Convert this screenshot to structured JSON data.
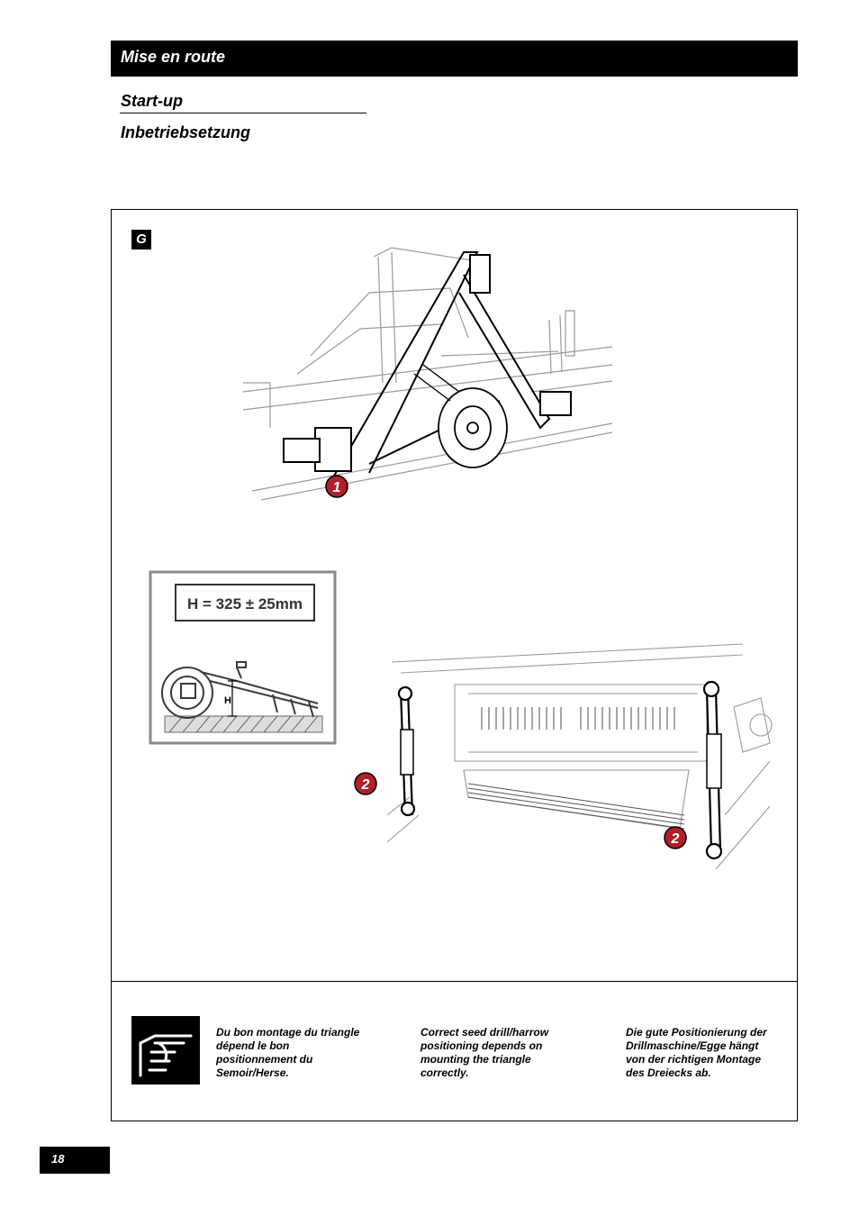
{
  "header": {
    "title": "Mise en route"
  },
  "subtitles": {
    "english": "Start-up",
    "german": "Inbetriebsetzung"
  },
  "figure": {
    "badge": "G",
    "callout_1": "1",
    "callout_2": "2",
    "inset_label": "H = 325 ± 25mm",
    "inset_dim_letter": "H"
  },
  "notes": {
    "icon": "hand-pointer-icon",
    "fr": "Du bon montage du triangle\ndépend le bon\npositionnement du\nSemoir/Herse.",
    "en": "Correct seed drill/harrow\npositioning depends on\nmounting the triangle\ncorrectly.",
    "de": "Die gute Positionierung der\nDrillmaschine/Egge hängt\nvon der richtigen Montage\ndes Dreiecks ab."
  },
  "footer": {
    "page_number": "18"
  },
  "colors": {
    "ink": "#000000",
    "callout": "#b0202a",
    "line_art_grey": "#9a9a9a",
    "inset_grey": "#6a6a6a"
  }
}
